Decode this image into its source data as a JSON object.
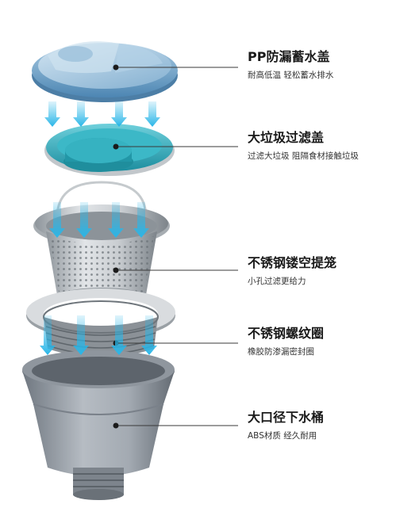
{
  "parts": [
    {
      "title": "PP防漏蓄水盖",
      "subtitle": "耐高低温 轻松蓄水排水"
    },
    {
      "title": "大垃圾过滤盖",
      "subtitle": "过滤大垃圾 阻隔食材接触垃圾"
    },
    {
      "title": "不锈钢镂空提笼",
      "subtitle": "小孔过滤更给力"
    },
    {
      "title": "不锈钢螺纹圈",
      "subtitle": "橡胶防渗漏密封圈"
    },
    {
      "title": "大口径下水桶",
      "subtitle": "ABS材质 经久耐用"
    }
  ],
  "colors": {
    "arrow": "#29b6e8",
    "blue_lid": "#6fa3c9",
    "teal_filter": "#2fa7b8",
    "steel": "#b9bec3",
    "gray_bucket": "#9aa1a9"
  }
}
